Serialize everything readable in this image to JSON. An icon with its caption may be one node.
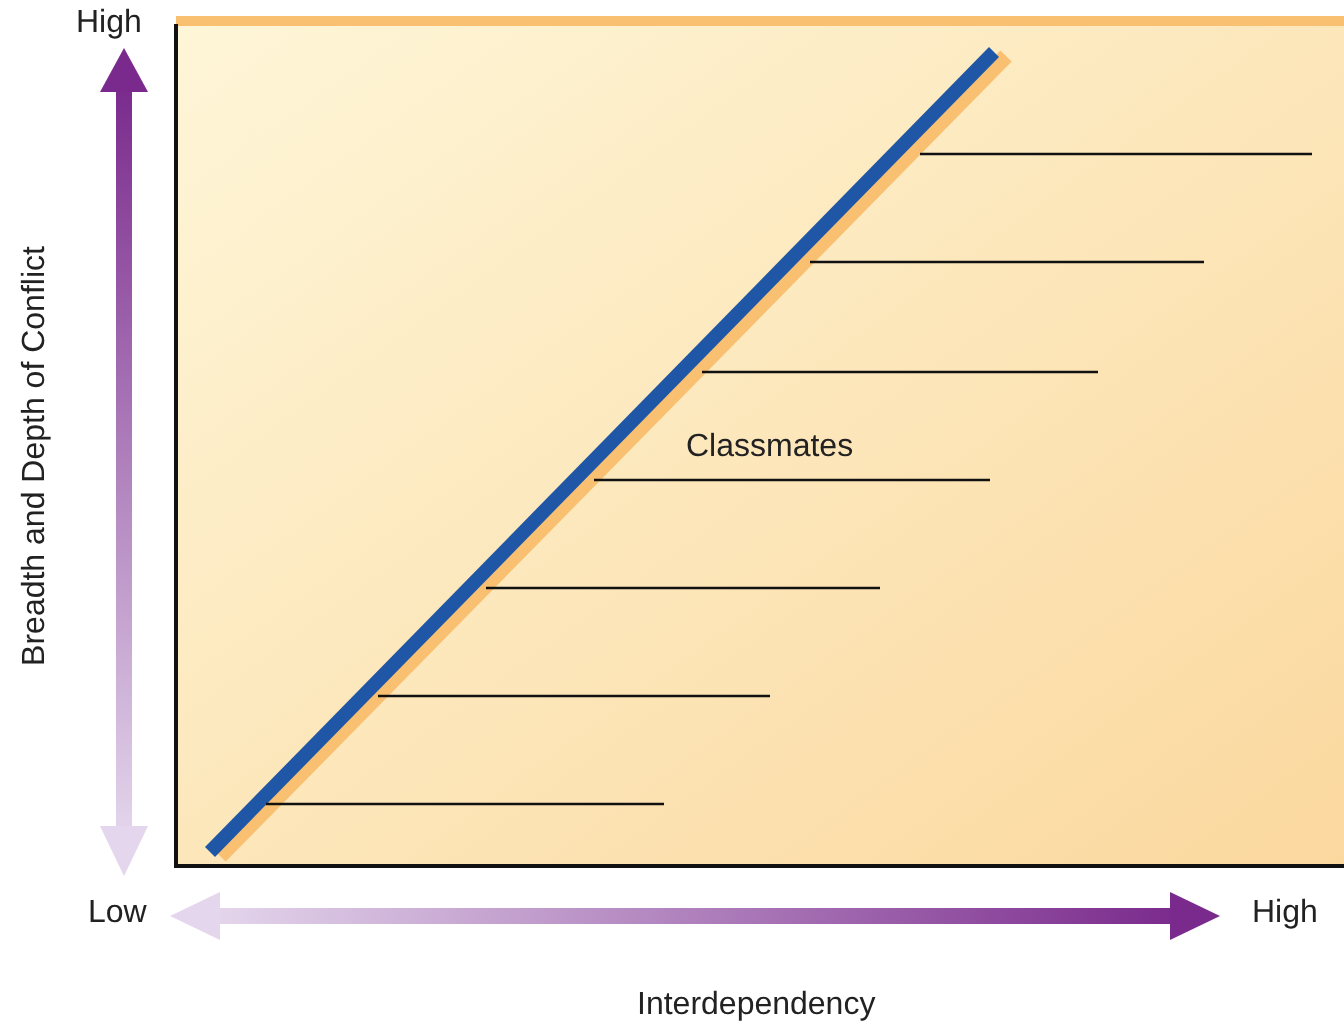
{
  "diagram": {
    "labels": [
      "High",
      "Breadth and Depth of Conflict",
      "Classmates",
      "Low",
      "High",
      "Interdependency"
    ]
  }
}
